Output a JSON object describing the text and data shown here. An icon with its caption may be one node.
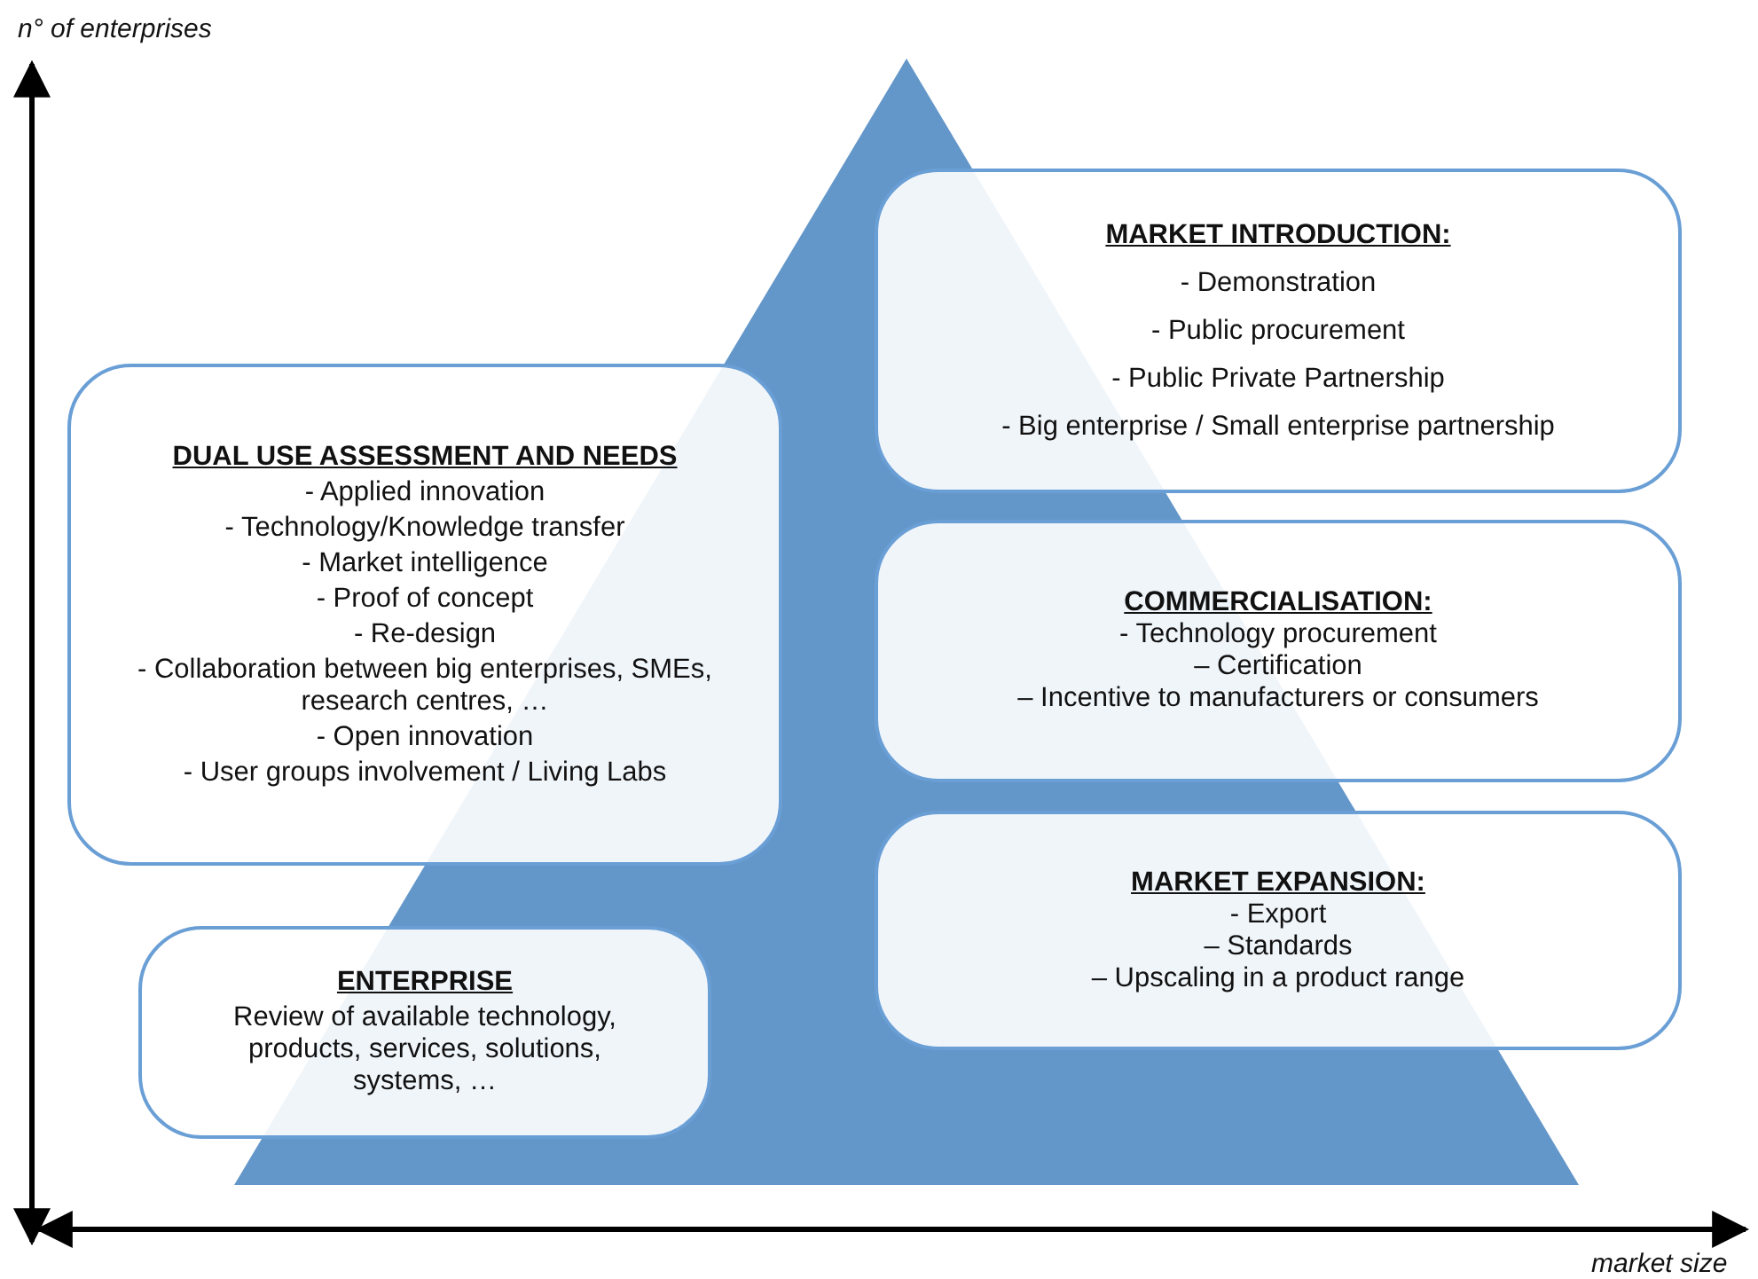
{
  "diagram": {
    "nodes": [
      {
        "text": [
          "MARKET INTRODUCTION:",
          "- Demonstration",
          "- Public procurement",
          "- Public Private Partnership",
          "- Big enterprise / Small enterprise partnership"
        ]
      },
      {
        "text": [
          "DUAL USE ASSESSMENT AND NEEDS",
          "- Applied innovation",
          "- Technology/Knowledge transfer",
          "- Market intelligence",
          "- Proof of concept",
          "- Re-design",
          "- Collaboration between big enterprises, SMEs, research centres, …",
          "- Open innovation",
          "- User groups involvement / Living Labs"
        ]
      },
      {
        "text": [
          "COMMERCIALISATION:",
          "- Technology procurement",
          "– Certification",
          "– Incentive to manufacturers or consumers"
        ]
      },
      {
        "text": [
          "MARKET EXPANSION:",
          "- Export",
          "– Standards",
          "– Upscaling in a product range"
        ]
      },
      {
        "text": [
          "ENTERPRISE",
          "Review of available technology, products, services, solutions, systems, …"
        ]
      }
    ],
    "labels": [
      "n° of enterprises",
      "market size"
    ]
  }
}
